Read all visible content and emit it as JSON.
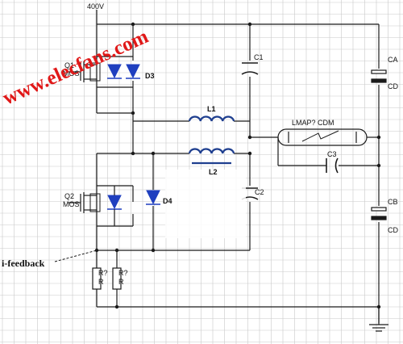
{
  "labels": {
    "supply": "400V",
    "q1": "Q1",
    "q1_type": "MOS",
    "q2": "Q2",
    "q2_type": "MOS",
    "d3": "D3",
    "d4": "D4",
    "l1": "L1",
    "l2": "L2",
    "c1": "C1",
    "c2": "C2",
    "c3": "C3",
    "ca": "CA",
    "ca_type": "CD",
    "cb": "CB",
    "cb_type": "CD",
    "lamp": "LMAP? CDM",
    "r1": "R?",
    "r1_val": "R",
    "r2": "R?",
    "r2_val": "R",
    "feedback": "i-feedback"
  },
  "watermark": "www.elecfans.com",
  "colors": {
    "wire": "#1a1a1a",
    "component": "#1f3fbf",
    "watermark": "#e01818",
    "grid": "#c9c9c9"
  }
}
